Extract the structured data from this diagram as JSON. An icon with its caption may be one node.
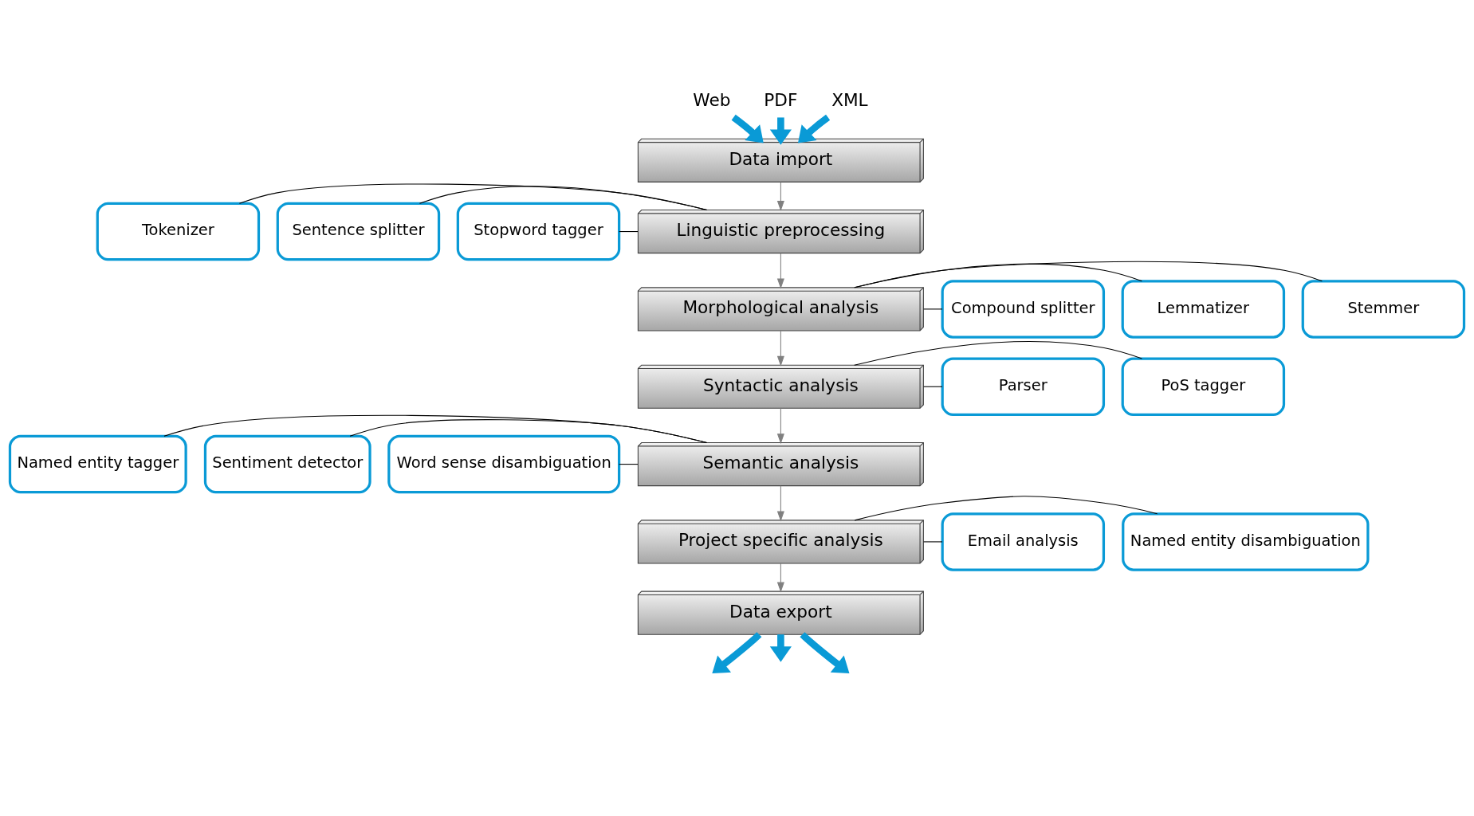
{
  "diagram": {
    "nodes": [
      {
        "text": [
          "Web"
        ]
      },
      {
        "text": [
          "PDF"
        ]
      },
      {
        "text": [
          "XML"
        ]
      },
      {
        "text": [
          "Data import"
        ]
      },
      {
        "text": [
          "Linguistic preprocessing"
        ]
      },
      {
        "text": [
          "Morphological analysis"
        ]
      },
      {
        "text": [
          "Syntactic analysis"
        ]
      },
      {
        "text": [
          "Semantic analysis"
        ]
      },
      {
        "text": [
          "Project specific analysis"
        ]
      },
      {
        "text": [
          "Data export"
        ]
      },
      {
        "text": [
          "Tokenizer"
        ]
      },
      {
        "text": [
          "Sentence splitter"
        ]
      },
      {
        "text": [
          "Stopword tagger"
        ]
      },
      {
        "text": [
          "Stemmer"
        ]
      },
      {
        "text": [
          "Lemmatizer"
        ]
      },
      {
        "text": [
          "Compound splitter"
        ]
      },
      {
        "text": [
          "PoS tagger"
        ]
      },
      {
        "text": [
          "Parser"
        ]
      },
      {
        "text": [
          "Named entity tagger"
        ]
      },
      {
        "text": [
          "Sentiment detector"
        ]
      },
      {
        "text": [
          "Word sense disambiguation"
        ]
      },
      {
        "text": [
          "Named entity disambiguation"
        ]
      },
      {
        "text": [
          "Email analysis"
        ]
      }
    ],
    "edges": [
      {
        "from": 0,
        "to": 3,
        "arrow": "to",
        "style": "thick",
        "color": "#0a9ad6"
      },
      {
        "from": 1,
        "to": 3,
        "arrow": "to",
        "style": "thick",
        "color": "#0a9ad6"
      },
      {
        "from": 2,
        "to": 3,
        "arrow": "to",
        "style": "thick",
        "color": "#0a9ad6"
      },
      {
        "from": 3,
        "to": 4,
        "arrow": "to",
        "color": "#808080"
      },
      {
        "from": 4,
        "to": 5,
        "arrow": "to",
        "color": "#808080"
      },
      {
        "from": 5,
        "to": 6,
        "arrow": "to",
        "color": "#808080"
      },
      {
        "from": 6,
        "to": 7,
        "arrow": "to",
        "color": "#808080"
      },
      {
        "from": 7,
        "to": 8,
        "arrow": "to",
        "color": "#808080"
      },
      {
        "from": 8,
        "to": 9,
        "arrow": "to",
        "color": "#808080"
      },
      {
        "from": 9,
        "to": null,
        "arrow": "to",
        "style": "thick",
        "color": "#0a9ad6"
      },
      {
        "from": 9,
        "to": null,
        "arrow": "to",
        "style": "thick",
        "color": "#0a9ad6"
      },
      {
        "from": 9,
        "to": null,
        "arrow": "to",
        "style": "thick",
        "color": "#0a9ad6"
      },
      {
        "from": 10,
        "to": 4,
        "arrow": "none"
      },
      {
        "from": 11,
        "to": 4,
        "arrow": "none"
      },
      {
        "from": 12,
        "to": 4,
        "arrow": "none"
      },
      {
        "from": 5,
        "to": 13,
        "arrow": "none"
      },
      {
        "from": 5,
        "to": 14,
        "arrow": "none"
      },
      {
        "from": 5,
        "to": 15,
        "arrow": "none"
      },
      {
        "from": 6,
        "to": 16,
        "arrow": "none"
      },
      {
        "from": 6,
        "to": 17,
        "arrow": "none"
      },
      {
        "from": 18,
        "to": 7,
        "arrow": "none"
      },
      {
        "from": 19,
        "to": 7,
        "arrow": "none"
      },
      {
        "from": 20,
        "to": 7,
        "arrow": "none"
      },
      {
        "from": 8,
        "to": 21,
        "arrow": "none"
      },
      {
        "from": 8,
        "to": 22,
        "arrow": "none"
      }
    ]
  }
}
